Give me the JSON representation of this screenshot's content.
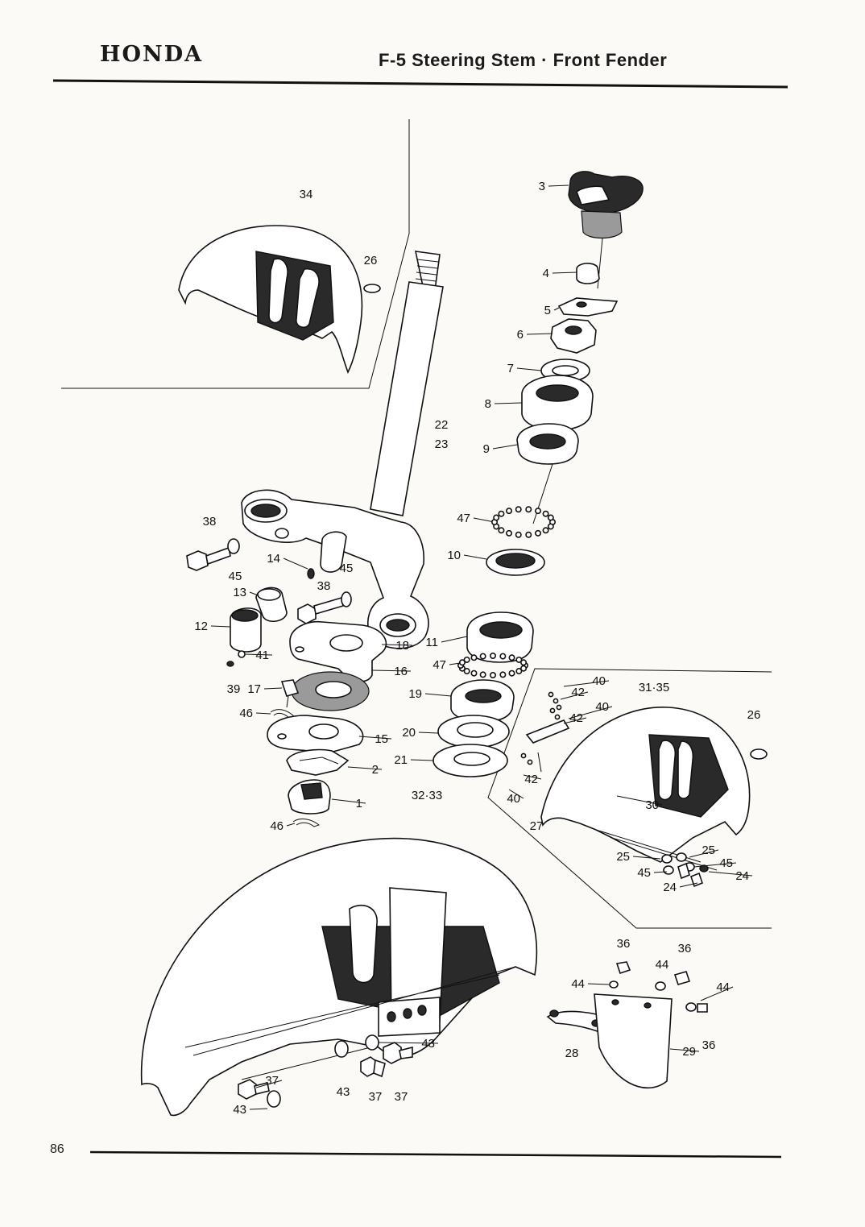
{
  "header": {
    "brand": "HONDA",
    "title": "F-5 Steering Stem · Front Fender"
  },
  "footer": {
    "page_number": "86"
  },
  "callouts": [
    "1",
    "2",
    "3",
    "4",
    "5",
    "6",
    "7",
    "8",
    "9",
    "10",
    "11",
    "12",
    "13",
    "14",
    "15",
    "16",
    "17",
    "18",
    "19",
    "20",
    "21",
    "22",
    "23",
    "24",
    "24",
    "25",
    "25",
    "26",
    "26",
    "27",
    "28",
    "29",
    "30",
    "31·35",
    "32·33",
    "34",
    "36",
    "36",
    "36",
    "37",
    "37",
    "37",
    "38",
    "38",
    "39",
    "40",
    "40",
    "40",
    "41",
    "42",
    "42",
    "42",
    "43",
    "43",
    "43",
    "44",
    "44",
    "44",
    "45",
    "45",
    "45",
    "45",
    "46",
    "46",
    "47",
    "47"
  ]
}
